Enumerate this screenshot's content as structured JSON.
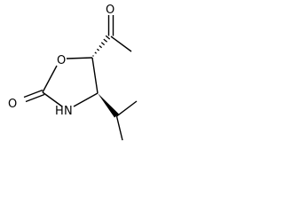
{
  "molecule": {
    "atoms": {
      "ketone_oxygen": "O",
      "ring_oxygen": "O",
      "carbonyl_oxygen": "O",
      "ring_nitrogen": "N",
      "nitrogen_hydrogen": "H"
    }
  },
  "colors": {
    "line": "#000000",
    "background": "#ffffff"
  }
}
